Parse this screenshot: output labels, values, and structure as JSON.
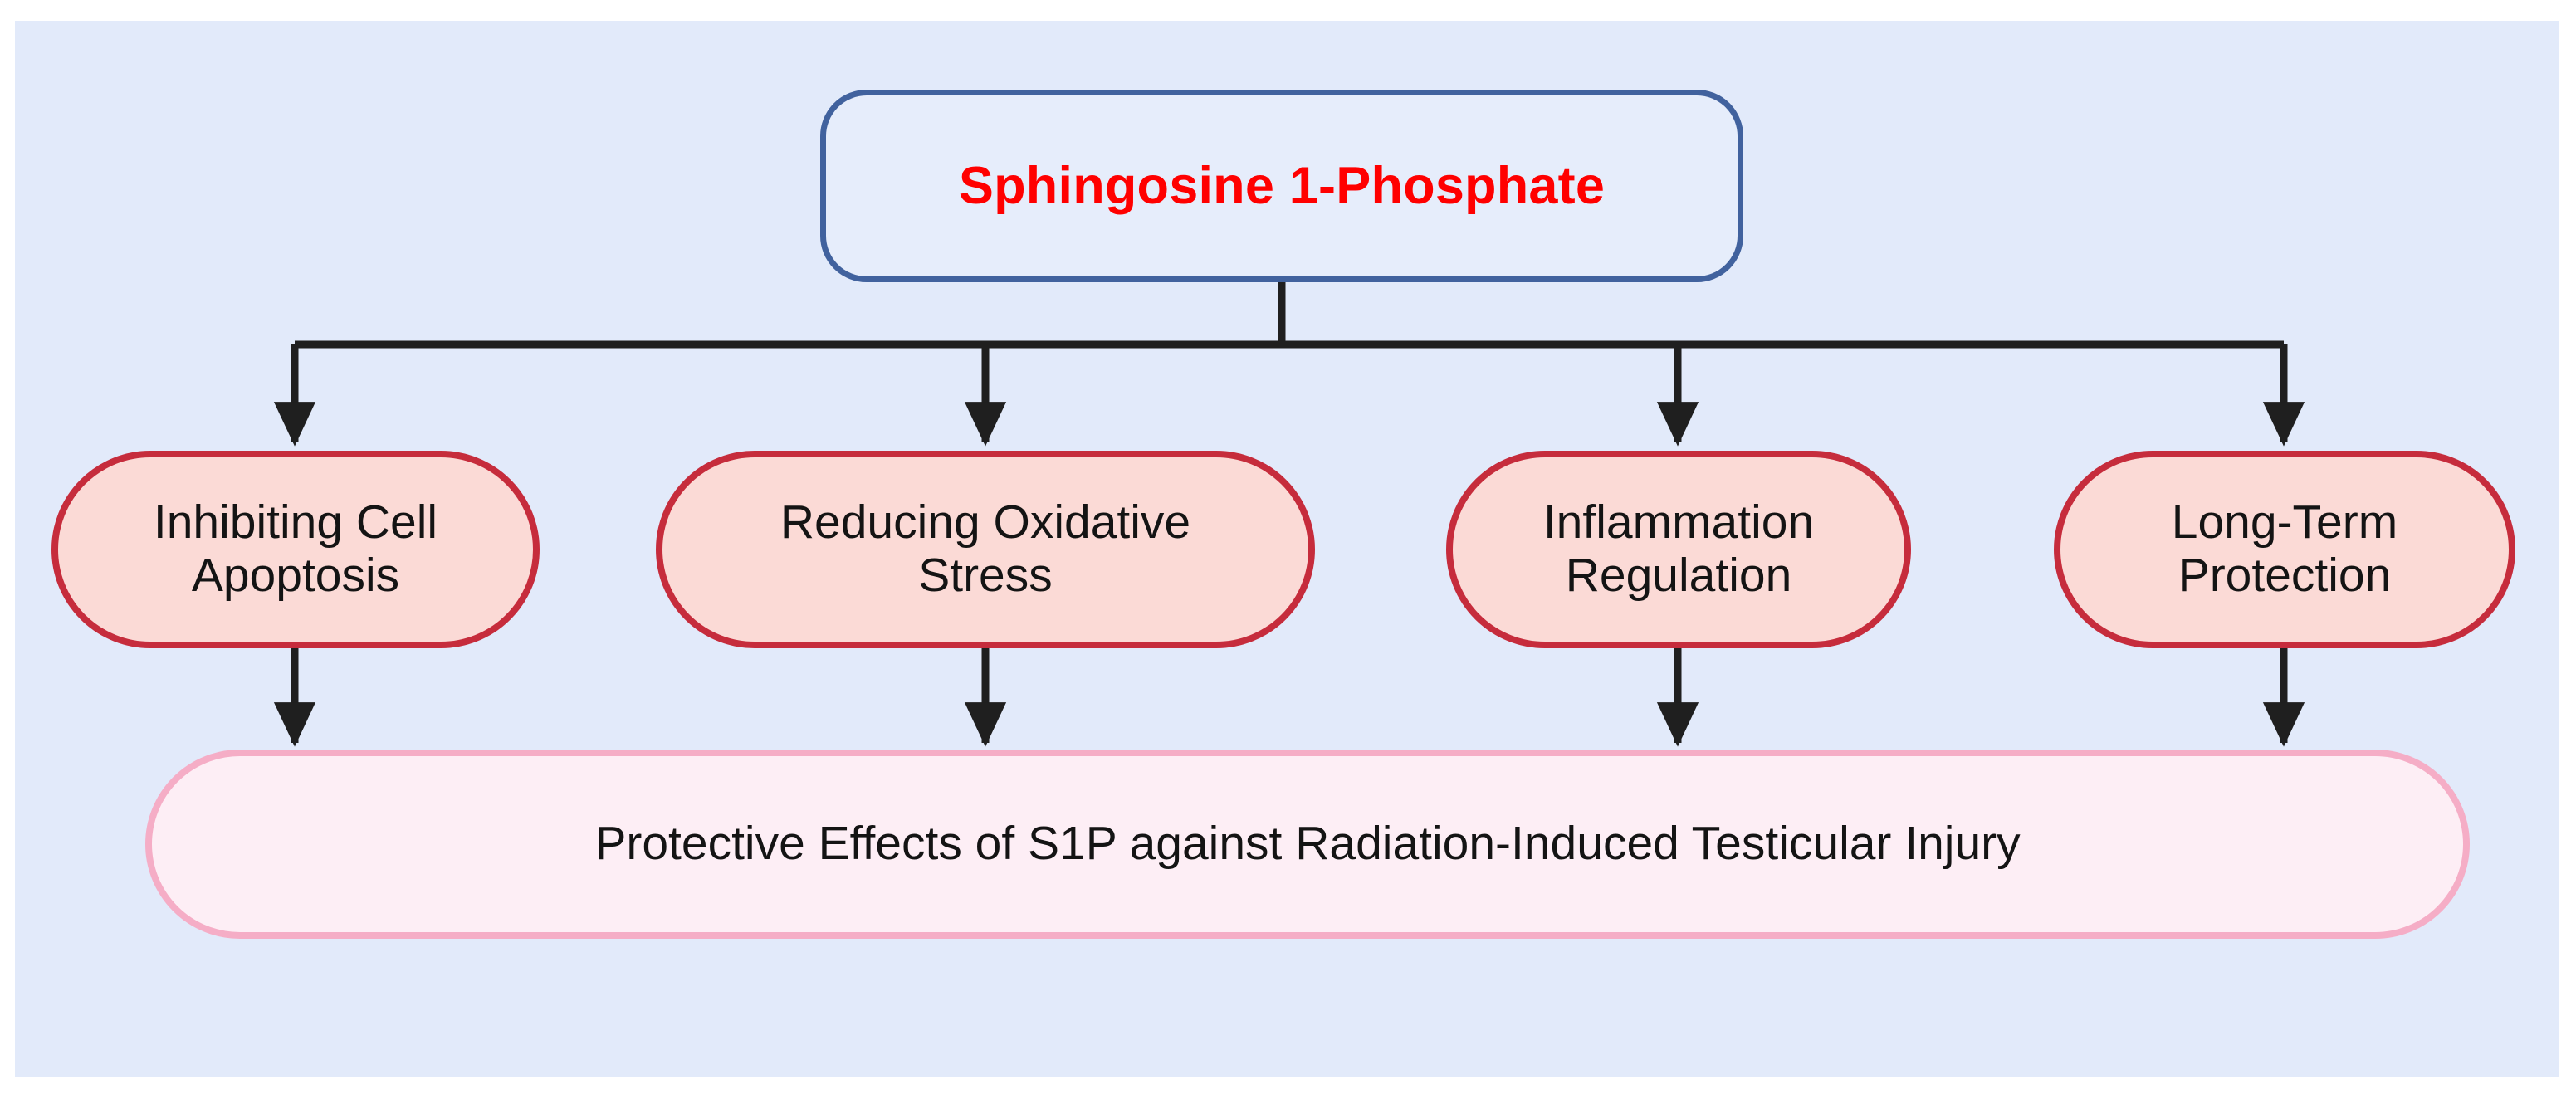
{
  "diagram": {
    "title": "Protective Effects of S1P against Radiation-Induced Testicular Injury",
    "type": "flowchart",
    "orientation": "top-down",
    "background_color": "#E2EAFA",
    "page_background_color": "#FFFFFF",
    "root": {
      "id": "s1p",
      "label": "Sphingosine 1-Phosphate",
      "shape": "stadium",
      "fill_color": "#E6EDFB",
      "border_color": "#41629E",
      "text_color": "#FF0000",
      "bold": true
    },
    "mechanisms": [
      {
        "id": "apoptosis",
        "label": "Inhibiting Cell\nApoptosis",
        "shape": "stadium",
        "fill_color": "#FBDAD6",
        "border_color": "#C62C3C",
        "text_color": "#141414"
      },
      {
        "id": "oxidative",
        "label": "Reducing Oxidative\nStress",
        "shape": "stadium",
        "fill_color": "#FBDAD6",
        "border_color": "#C62C3C",
        "text_color": "#141414"
      },
      {
        "id": "inflammation",
        "label": "Inflammation\nRegulation",
        "shape": "stadium",
        "fill_color": "#FBDAD6",
        "border_color": "#C62C3C",
        "text_color": "#141414"
      },
      {
        "id": "longterm",
        "label": "Long-Term\nProtection",
        "shape": "stadium",
        "fill_color": "#FBDAD6",
        "border_color": "#C62C3C",
        "text_color": "#141414"
      }
    ],
    "outcome": {
      "id": "outcome",
      "label": "Protective Effects of S1P against Radiation-Induced Testicular Injury",
      "shape": "stadium",
      "fill_color": "#FDEEF5",
      "border_color": "#F5ADC6",
      "text_color": "#141414"
    },
    "edges": {
      "color": "#1F1F1F",
      "arrowhead": "filled-triangle",
      "style": "orthogonal",
      "connections": [
        {
          "from": "s1p",
          "to": "apoptosis"
        },
        {
          "from": "s1p",
          "to": "oxidative"
        },
        {
          "from": "s1p",
          "to": "inflammation"
        },
        {
          "from": "s1p",
          "to": "longterm"
        },
        {
          "from": "apoptosis",
          "to": "outcome"
        },
        {
          "from": "oxidative",
          "to": "outcome"
        },
        {
          "from": "inflammation",
          "to": "outcome"
        },
        {
          "from": "longterm",
          "to": "outcome"
        }
      ]
    }
  }
}
